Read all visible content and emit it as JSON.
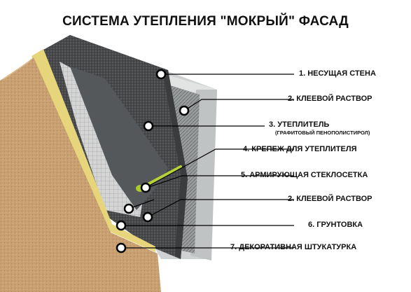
{
  "title": "СИСТЕМА УТЕПЛЕНИЯ \"МОКРЫЙ\" ФАСАД",
  "layers": [
    {
      "number": "1.",
      "label": "1. НЕСУЩАЯ СТЕНА"
    },
    {
      "number": "2.",
      "label": "2. КЛЕЕВОЙ РАСТВОР"
    },
    {
      "number": "3.",
      "label": "3. УТЕПЛИТЕЛЬ",
      "note": "(ГРАФИТОВЫЙ ПЕНОПОЛИСТИРОЛ)"
    },
    {
      "number": "4.",
      "label": "4. КРЕПЕЖ ДЛЯ  УТЕПЛИТЕЛЯ"
    },
    {
      "number": "5.",
      "label": "5. АРМИРУЮЩАЯ СТЕКЛОСЕТКА"
    },
    {
      "number": "2.",
      "label": "2. КЛЕЕВОЙ РАСТВОР"
    },
    {
      "number": "6.",
      "label": "6. ГРУНТОВКА"
    },
    {
      "number": "7.",
      "label": "7. ДЕКОРАТИВНАЯ ШТУКАТУРКА"
    }
  ],
  "colors": {
    "wall": "#d9dcdc",
    "adhesive": "#8f9293",
    "insulation": "#4a4c4e",
    "mesh": "#e8e8e8",
    "fastener": "#b5d334",
    "primer": "#e7d77a",
    "plaster": "#c8a070",
    "leader": "#000000"
  }
}
